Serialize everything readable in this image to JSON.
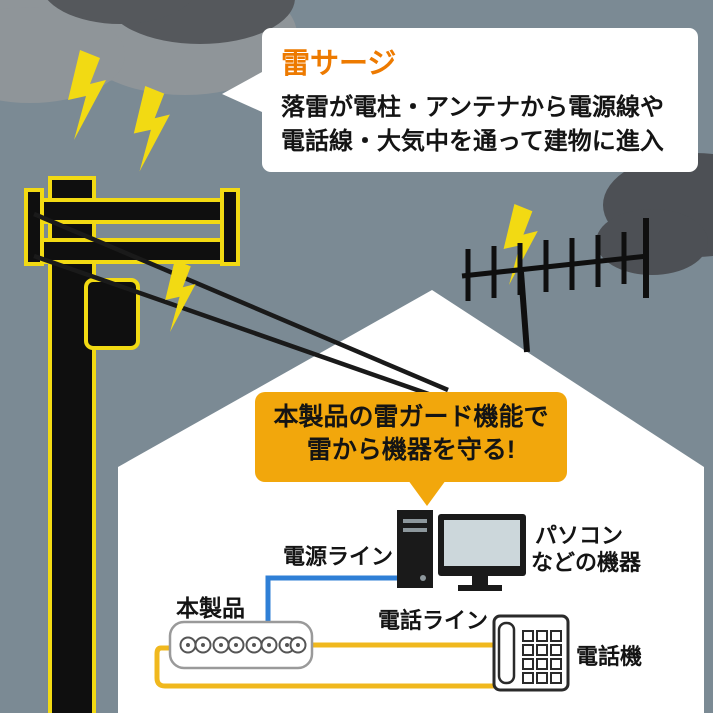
{
  "infographic": {
    "speech_bubble": {
      "title": "雷サージ",
      "line1": "落雷が電柱・アンテナから電源線や",
      "line2": "電話線・大気中を通って建物に進入"
    },
    "callout": {
      "line1": "本製品の雷ガード機能で",
      "line2": "雷から機器を守る!"
    },
    "labels": {
      "power_line": "電源ライン",
      "pc_device_line1": "パソコン",
      "pc_device_line2": "などの機器",
      "product": "本製品",
      "phone_line": "電話ライン",
      "telephone": "電話機"
    },
    "colors": {
      "background": "#7b8a94",
      "lightning_yellow": "#f2da13",
      "callout_orange": "#f2a70c",
      "bubble_title_orange": "#ed7a00",
      "power_line_blue": "#2f7fd6",
      "phone_line_yellow": "#f0b81e",
      "house_white": "#ffffff"
    }
  }
}
